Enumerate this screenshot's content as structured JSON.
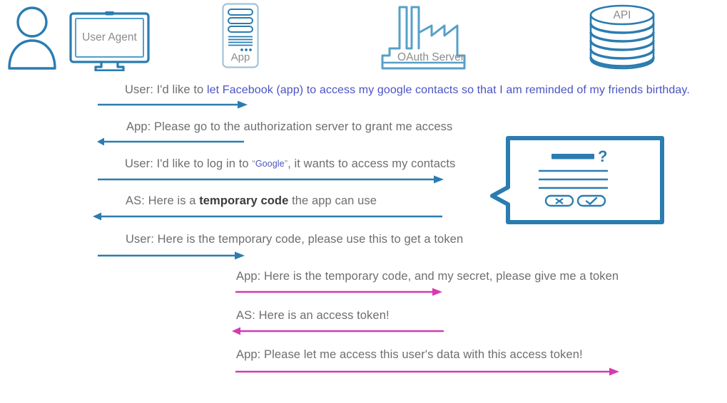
{
  "diagram": {
    "title": "OAuth authorization code flow sequence diagram",
    "colors": {
      "arrow_blue": "#2b7cb0",
      "arrow_pink": "#d63ab0",
      "icon_blue": "#2b7cb0",
      "text_gray": "#6d6e71",
      "annotation_blue": "#4b52c4",
      "bubble_blue": "#2b7cb0"
    }
  },
  "actors": [
    {
      "id": "user",
      "icon": "person-icon",
      "label": ""
    },
    {
      "id": "user-agent",
      "icon": "monitor-icon",
      "label": "User Agent"
    },
    {
      "id": "app",
      "icon": "server-tower-icon",
      "label": "App"
    },
    {
      "id": "oauth-server",
      "icon": "factory-icon",
      "label": "OAuth Server"
    },
    {
      "id": "api",
      "icon": "database-cylinder-icon",
      "label": "API"
    }
  ],
  "messages": [
    {
      "id": "msg-1",
      "prefix": "User: I'd like to ",
      "annotation": "let Facebook (app) to access my google contacts so that I am reminded of my friends birthday.",
      "arrow": {
        "direction": "right",
        "color": "blue"
      }
    },
    {
      "id": "msg-2",
      "text": "App: Please go to the authorization server to grant me access",
      "arrow": {
        "direction": "left",
        "color": "blue"
      }
    },
    {
      "id": "msg-3",
      "prefix": "User: I'd like to log in to ",
      "quoted_term": "Google",
      "suffix": ", it wants to access my contacts",
      "arrow": {
        "direction": "right",
        "color": "blue"
      }
    },
    {
      "id": "msg-4",
      "prefix": "AS: Here is a ",
      "bold": "temporary code",
      "suffix": " the app can use",
      "arrow": {
        "direction": "left",
        "color": "blue"
      }
    },
    {
      "id": "msg-5",
      "text": "User: Here is the temporary code, please use this to get a token",
      "arrow": {
        "direction": "right",
        "color": "blue"
      }
    },
    {
      "id": "msg-6",
      "text": "App: Here is the temporary code, and my secret, please give me a token",
      "arrow": {
        "direction": "right",
        "color": "pink"
      }
    },
    {
      "id": "msg-7",
      "text": "AS: Here is an access token!",
      "arrow": {
        "direction": "left",
        "color": "pink"
      }
    },
    {
      "id": "msg-8",
      "text": "App: Please let me access this user's data with this access token!",
      "arrow": {
        "direction": "right",
        "color": "pink"
      }
    }
  ],
  "consent_dialog": {
    "name": "consent-speech-bubble",
    "question_mark": "?",
    "deny_button": "✗",
    "allow_button": "✓"
  }
}
